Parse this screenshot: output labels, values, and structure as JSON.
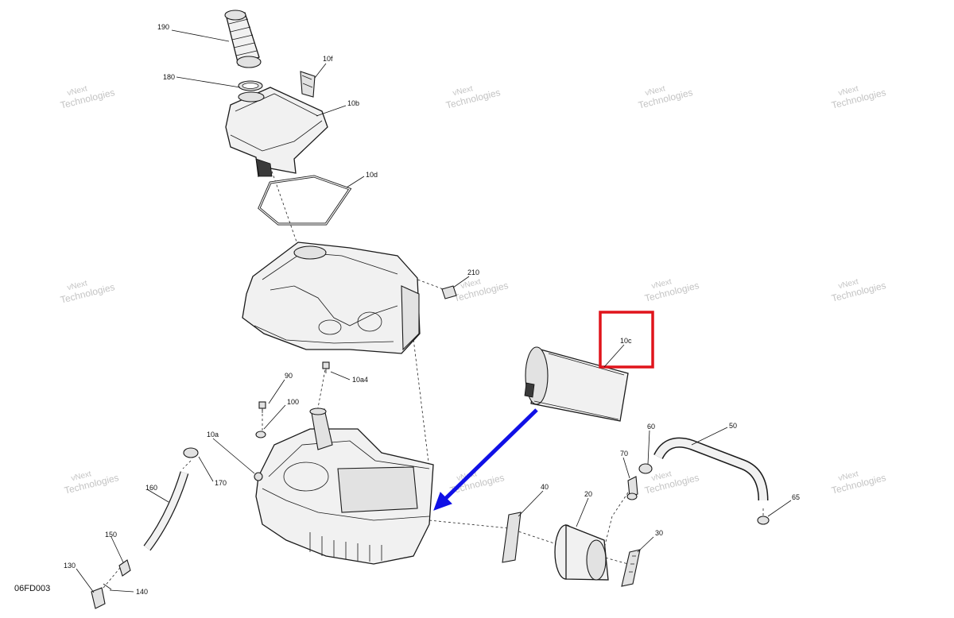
{
  "diagram_code": "06FD003",
  "watermark": {
    "line1": "vNext",
    "line2": "Technologies"
  },
  "callouts": {
    "c190": "190",
    "c180": "180",
    "c10f": "10f",
    "c10b": "10b",
    "c10d": "10d",
    "c210": "210",
    "c10c": "10c",
    "c90": "90",
    "c10a4": "10a4",
    "c100": "100",
    "c10a": "10a",
    "c170": "170",
    "c160": "160",
    "c150": "150",
    "c130": "130",
    "c140": "140",
    "c40": "40",
    "c20": "20",
    "c30": "30",
    "c60": "60",
    "c70": "70",
    "c50": "50",
    "c65": "65"
  },
  "highlight": {
    "part": "10c",
    "box_color": "#e0141b",
    "arrow_color": "#1010e6"
  },
  "colors": {
    "line": "#111111",
    "part_fill": "#f1f1f1",
    "watermark": "#b9b9b9"
  }
}
